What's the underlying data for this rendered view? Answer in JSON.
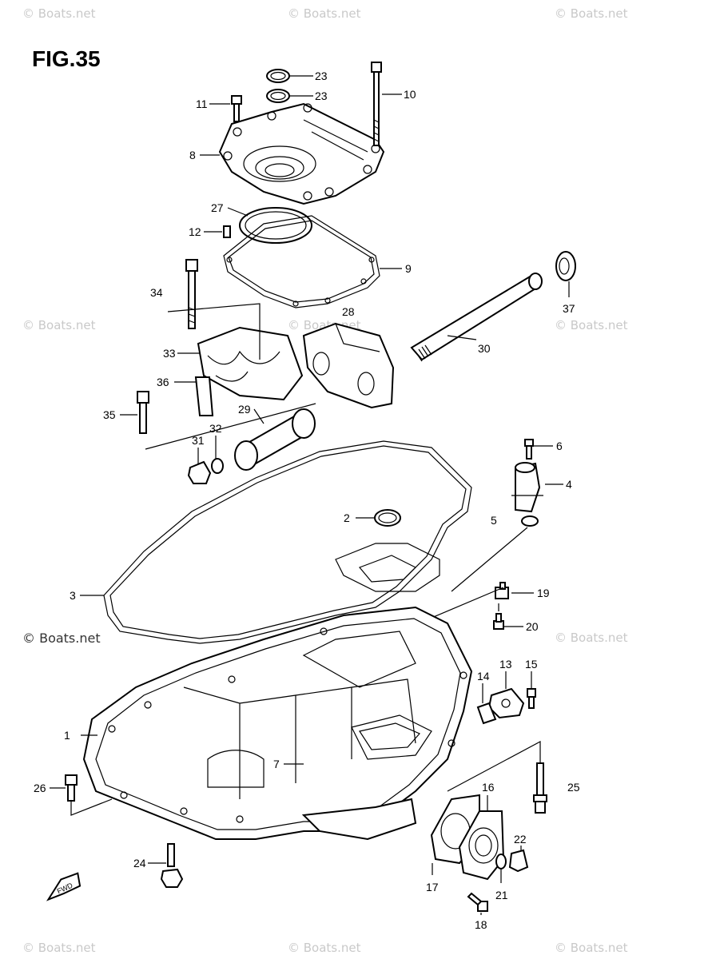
{
  "figure": {
    "title": "FIG.35"
  },
  "watermark": {
    "text": "© Boats.net",
    "positions": [
      "top-left",
      "top-center",
      "top-right",
      "mid-left",
      "mid-center",
      "mid-right",
      "lower-left",
      "lower-center",
      "lower-right",
      "bottom-left",
      "bottom-center",
      "bottom-right"
    ]
  },
  "callouts": [
    "1",
    "2",
    "3",
    "4",
    "5",
    "6",
    "7",
    "8",
    "9",
    "10",
    "11",
    "12",
    "13",
    "14",
    "15",
    "16",
    "17",
    "18",
    "19",
    "20",
    "21",
    "22",
    "23",
    "23",
    "24",
    "25",
    "26",
    "27",
    "28",
    "29",
    "30",
    "31",
    "32",
    "33",
    "34",
    "35",
    "36",
    "37"
  ],
  "fwd_label": "FWD"
}
